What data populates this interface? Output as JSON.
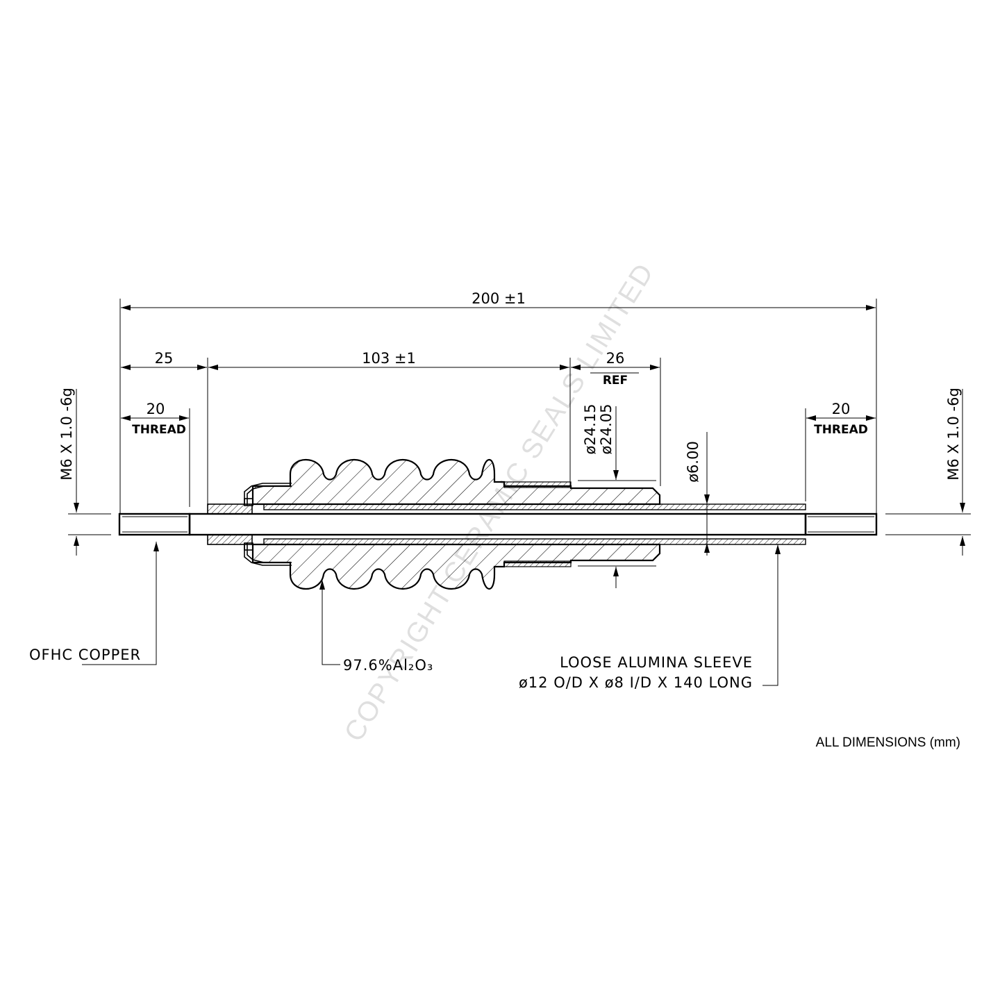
{
  "dimensions": {
    "overall": "200 ±1",
    "left_end": "25",
    "body": "103 ±1",
    "right_section": "26",
    "right_section_note": "REF",
    "thread_left_len": "20",
    "thread_right_len": "20",
    "thread_note": "THREAD",
    "thread_spec_left": "M6 X 1.0 -6g",
    "thread_spec_right": "M6 X 1.0 -6g",
    "dia_max": "ø24.15",
    "dia_min": "ø24.05",
    "dia_conductor": "ø6.00"
  },
  "labels": {
    "conductor_material": "OFHC COPPER",
    "insulator_material": "97.6%Al₂O₃",
    "sleeve_line1": "LOOSE ALUMINA SLEEVE",
    "sleeve_line2": "ø12 O/D X ø8 I/D X 140 LONG"
  },
  "footer": "ALL DIMENSIONS (mm)",
  "watermark": "COPYRIGHT CERAMIC SEALS LIMITED",
  "colors": {
    "line": "#000000",
    "background": "#ffffff"
  }
}
